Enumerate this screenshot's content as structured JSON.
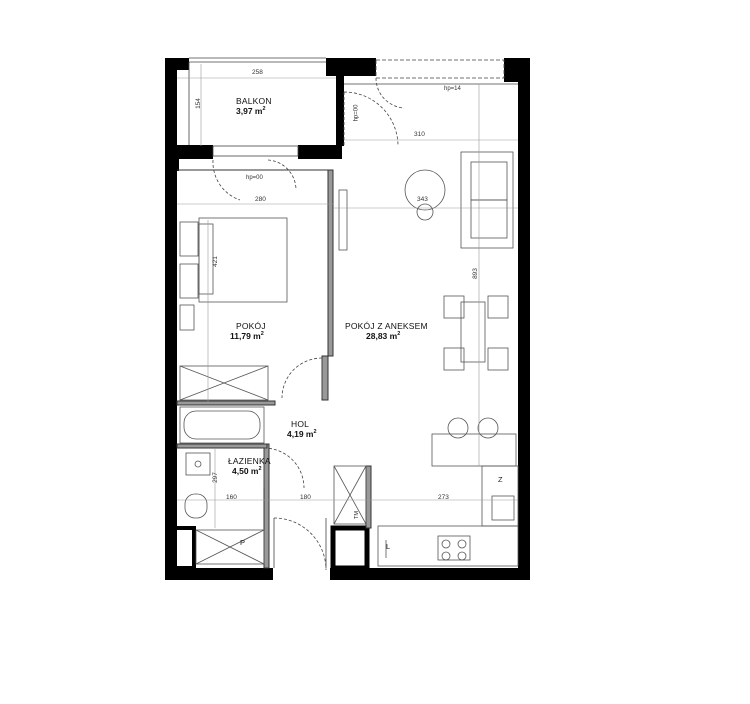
{
  "rooms": {
    "balkon": {
      "name": "BALKON",
      "area": "3,97 m",
      "unit_exp": "2"
    },
    "pokoj": {
      "name": "POKÓJ",
      "area": "11,79 m",
      "unit_exp": "2"
    },
    "pokoj_z_aneksem": {
      "name": "POKÓJ Z ANEKSEM",
      "area": "28,83 m",
      "unit_exp": "2"
    },
    "hol": {
      "name": "HOL",
      "area": "4,19 m",
      "unit_exp": "2"
    },
    "lazienka": {
      "name": "ŁAZIENKA",
      "area": "4,50 m",
      "unit_exp": "2"
    }
  },
  "dimensions": {
    "balkon_width": "258",
    "balkon_depth": "154",
    "bedroom_width": "280",
    "bedroom_depth": "421",
    "living_width": "310",
    "table_width": "343",
    "living_depth": "893",
    "bath_depth": "297",
    "bottom_1": "160",
    "bottom_2": "180",
    "bottom_3": "273"
  },
  "thresholds": {
    "hp_balcony_door": "hp=00",
    "hp_balcony_window": "hp=14",
    "hp_bedroom": "hp=00"
  },
  "symbols": {
    "washer": "P",
    "fridge": "L",
    "dishwasher": "Z",
    "wardrobe": "TM"
  },
  "colors": {
    "wall": "#000000",
    "line": "#444444",
    "guide": "#9a9a9a",
    "background": "#ffffff"
  }
}
